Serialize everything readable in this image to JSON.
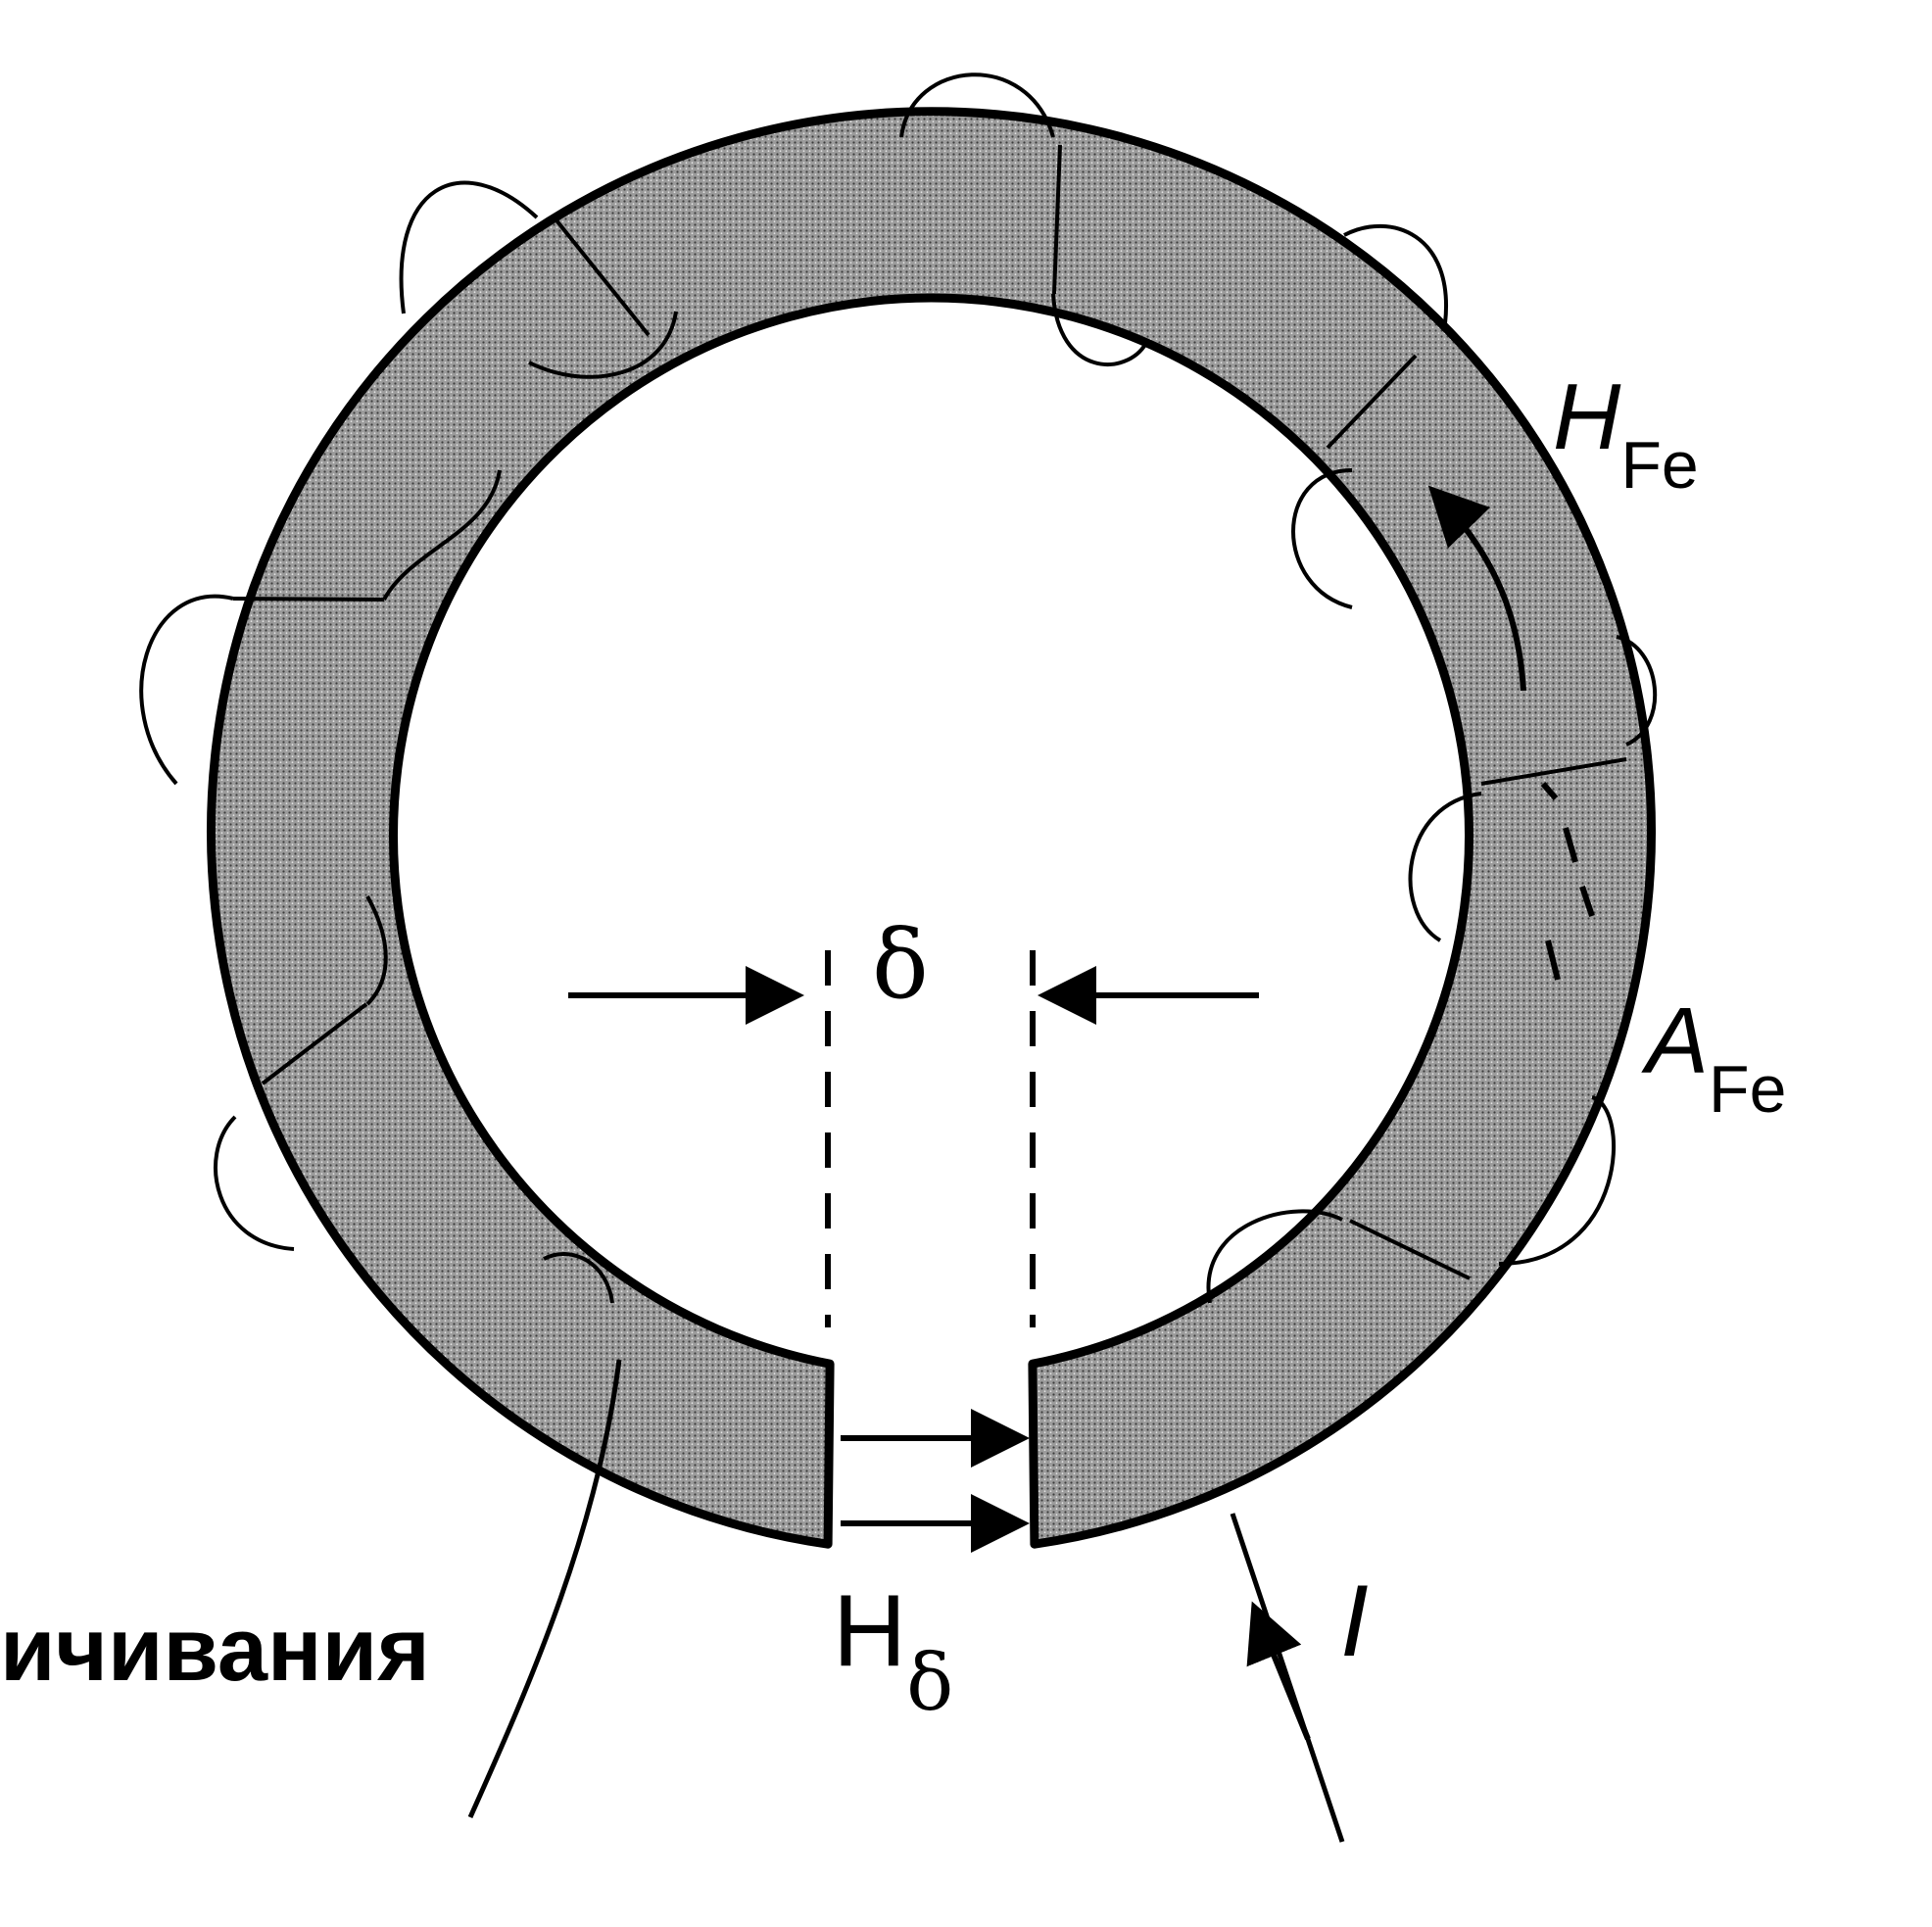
{
  "diagram": {
    "labels": {
      "h_fe_main": "H",
      "h_fe_sub": "Fe",
      "a_fe_main": "A",
      "a_fe_sub": "Fe",
      "delta": "δ",
      "h_delta_main": "H",
      "h_delta_sub": "δ",
      "current": "I",
      "winding_caption_fragment": "ичивания"
    },
    "colors": {
      "ink": "#000000",
      "core_fill": "#8a8a8a",
      "background": "#ffffff"
    }
  }
}
